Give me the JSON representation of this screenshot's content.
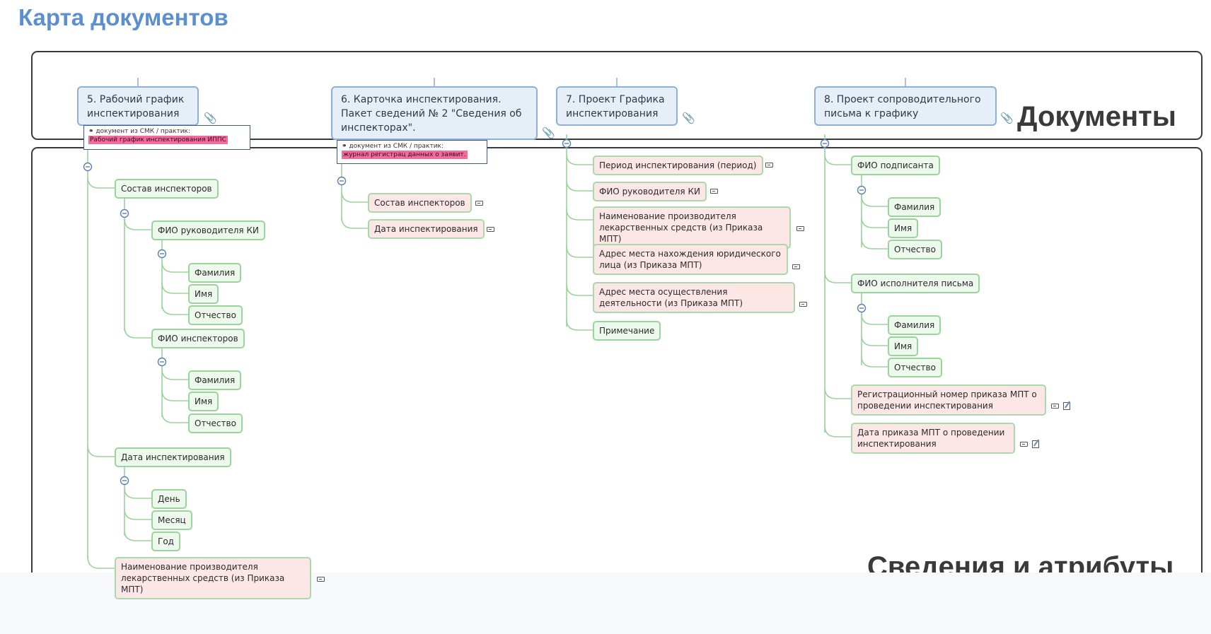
{
  "page": {
    "title": "Карта документов"
  },
  "frames": {
    "documents_label": "Документы",
    "attributes_label": "Сведения и атрибуты"
  },
  "documents": [
    {
      "id": "doc5",
      "title": "5. Рабочий график инспектирования"
    },
    {
      "id": "doc6",
      "title": "6. Карточка инспектирования. Пакет сведений № 2 \"Сведения об инспекторах\"."
    },
    {
      "id": "doc7",
      "title": "7. Проект Графика инспектирования"
    },
    {
      "id": "doc8",
      "title": "8. Проект сопроводительного письма к графику"
    }
  ],
  "tags": [
    {
      "meta": "документ из СМК / практик:",
      "highlight": "Рабочий график инспектирования ИППС"
    },
    {
      "meta": "документ из СМК / практик:",
      "highlight": "журнал регистрац данных о заявит."
    }
  ],
  "tree5": {
    "inspectors": "Состав инспекторов",
    "head_fio": "ФИО руководителя КИ",
    "head_last": "Фамилия",
    "head_first": "Имя",
    "head_middle": "Отчество",
    "insp_fio": "ФИО инспекторов",
    "insp_last": "Фамилия",
    "insp_first": "Имя",
    "insp_middle": "Отчество",
    "date": "Дата инспектирования",
    "day": "День",
    "month": "Месяц",
    "year": "Год",
    "manufacturer": "Наименование производителя лекарственных средств (из Приказа МПТ)"
  },
  "tree6": {
    "inspectors": "Состав инспекторов",
    "date": "Дата инспектирования"
  },
  "tree7": {
    "period": "Период инспектирования (период)",
    "head_fio": "ФИО руководителя КИ",
    "manufacturer": "Наименование производителя лекарственных средств (из Приказа МПТ)",
    "legal_address": "Адрес места нахождения юридического лица (из Приказа МПТ)",
    "activity_address": "Адрес места осуществления деятельности (из Приказа МПТ)",
    "note": "Примечание"
  },
  "tree8": {
    "signer_fio": "ФИО подписанта",
    "signer_last": "Фамилия",
    "signer_first": "Имя",
    "signer_middle": "Отчество",
    "executor_fio": "ФИО исполнителя письма",
    "executor_last": "Фамилия",
    "executor_first": "Имя",
    "executor_middle": "Отчество",
    "reg_number": "Регистрационный номер приказа МПТ о проведении инспектирования",
    "order_date": "Дата приказа МПТ о проведении инспектирования"
  },
  "icons": {
    "attachment": "paperclip-icon",
    "tag": "tag-icon",
    "link": "link-icon",
    "note": "note-icon",
    "collapse": "collapse-toggle-icon"
  },
  "colors": {
    "title": "#5b8fd0",
    "document_fill": "#e6eef8",
    "document_border": "#8fb0d6",
    "node_fill": "#eef9ee",
    "node_border": "#9bd49b",
    "node_pink_fill": "#fde6e6",
    "highlight": "#f26b9a",
    "frame": "#3a3a3a"
  }
}
